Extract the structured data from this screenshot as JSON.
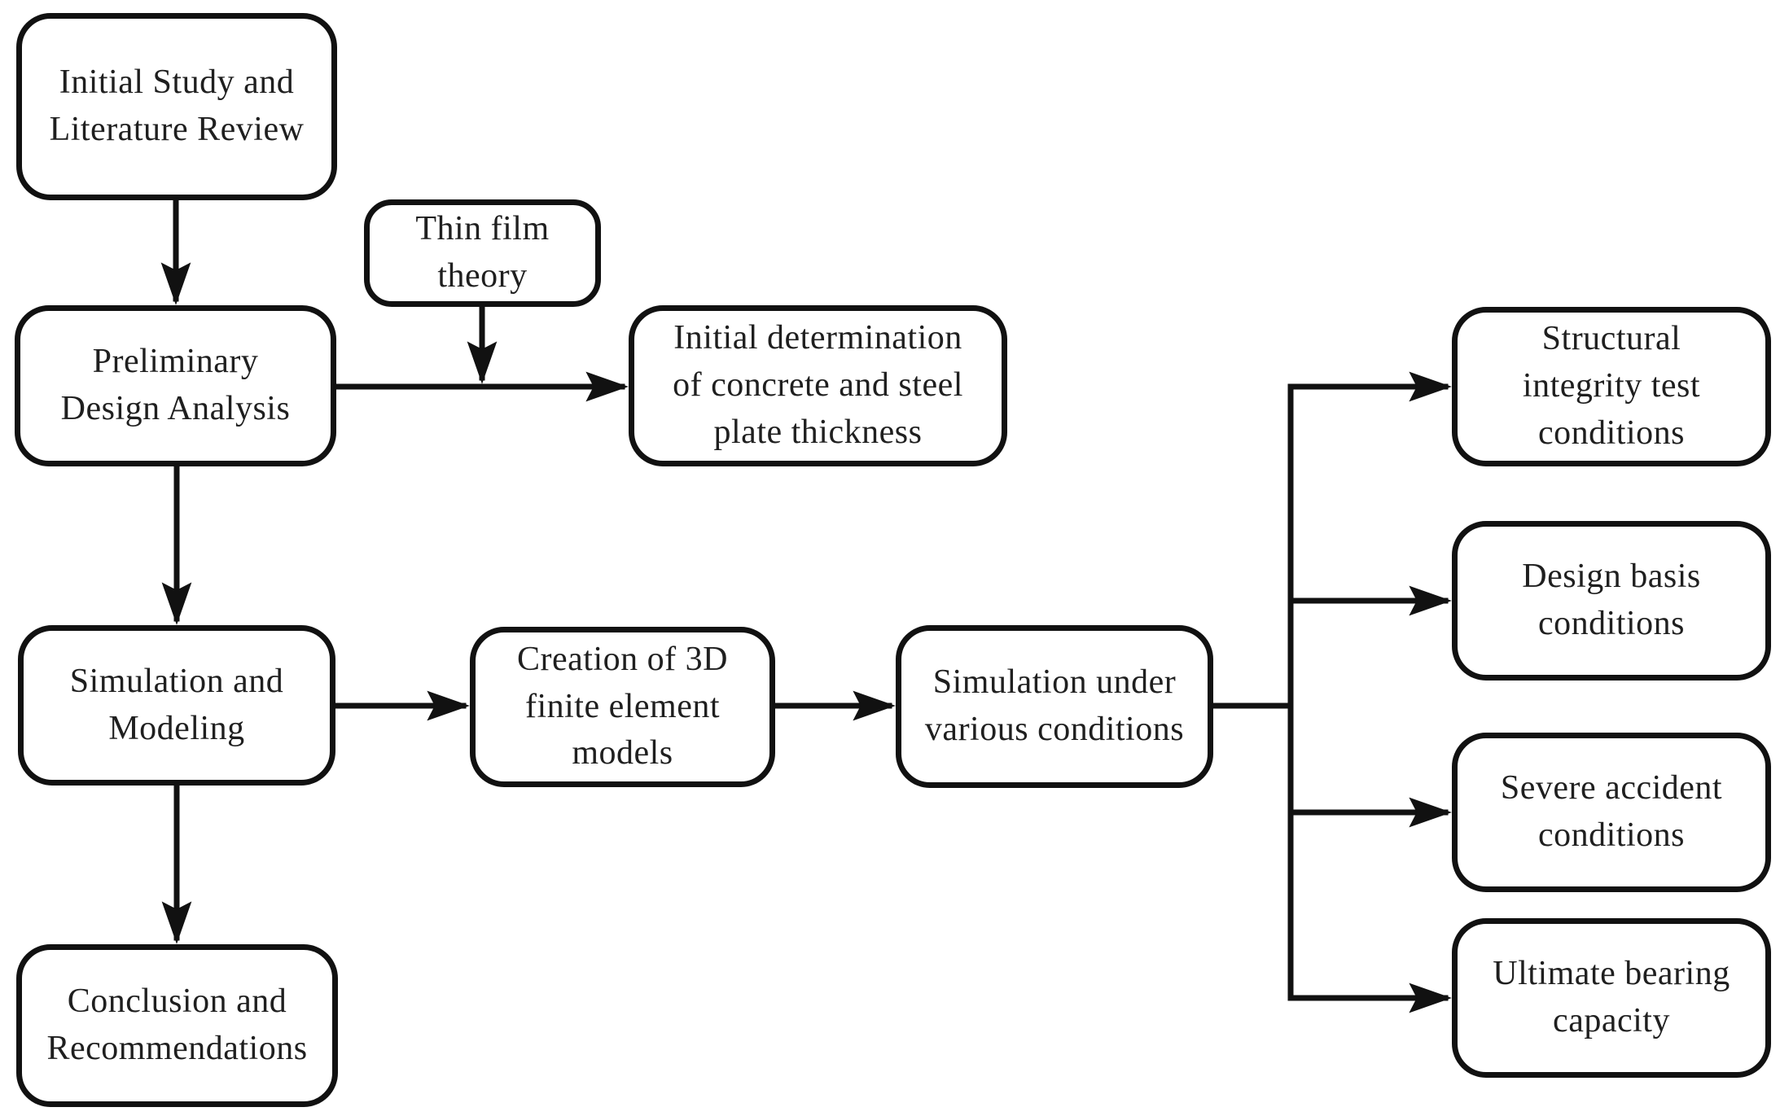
{
  "diagram": {
    "type": "flowchart",
    "colors": {
      "background": "#ffffff",
      "box_border": "#111111",
      "line": "#111111",
      "text": "#1f1f1f"
    },
    "nodes": {
      "initial_study": {
        "label": "Initial Study and\nLiterature Review"
      },
      "thin_film_theory": {
        "label": "Thin film\ntheory"
      },
      "preliminary_design": {
        "label": "Preliminary\nDesign Analysis"
      },
      "initial_determination": {
        "label": "Initial determination\nof concrete and steel\nplate thickness"
      },
      "simulation_modeling": {
        "label": "Simulation and\nModeling"
      },
      "creation_3d": {
        "label": "Creation of 3D\nfinite element\nmodels"
      },
      "simulation_conditions": {
        "label": "Simulation under\nvarious conditions"
      },
      "conclusion": {
        "label": "Conclusion and\nRecommendations"
      },
      "structural_integrity": {
        "label": "Structural\nintegrity test\nconditions"
      },
      "design_basis": {
        "label": "Design basis\nconditions"
      },
      "severe_accident": {
        "label": "Severe accident\nconditions"
      },
      "ultimate_bearing": {
        "label": "Ultimate bearing\ncapacity"
      }
    },
    "edges": [
      {
        "from": "initial_study",
        "to": "preliminary_design"
      },
      {
        "from": "thin_film_theory",
        "to": "initial_determination"
      },
      {
        "from": "preliminary_design",
        "to": "initial_determination"
      },
      {
        "from": "preliminary_design",
        "to": "simulation_modeling"
      },
      {
        "from": "simulation_modeling",
        "to": "creation_3d"
      },
      {
        "from": "creation_3d",
        "to": "simulation_conditions"
      },
      {
        "from": "simulation_modeling",
        "to": "conclusion"
      },
      {
        "from": "simulation_conditions",
        "to": "structural_integrity"
      },
      {
        "from": "simulation_conditions",
        "to": "design_basis"
      },
      {
        "from": "simulation_conditions",
        "to": "severe_accident"
      },
      {
        "from": "simulation_conditions",
        "to": "ultimate_bearing"
      }
    ]
  }
}
